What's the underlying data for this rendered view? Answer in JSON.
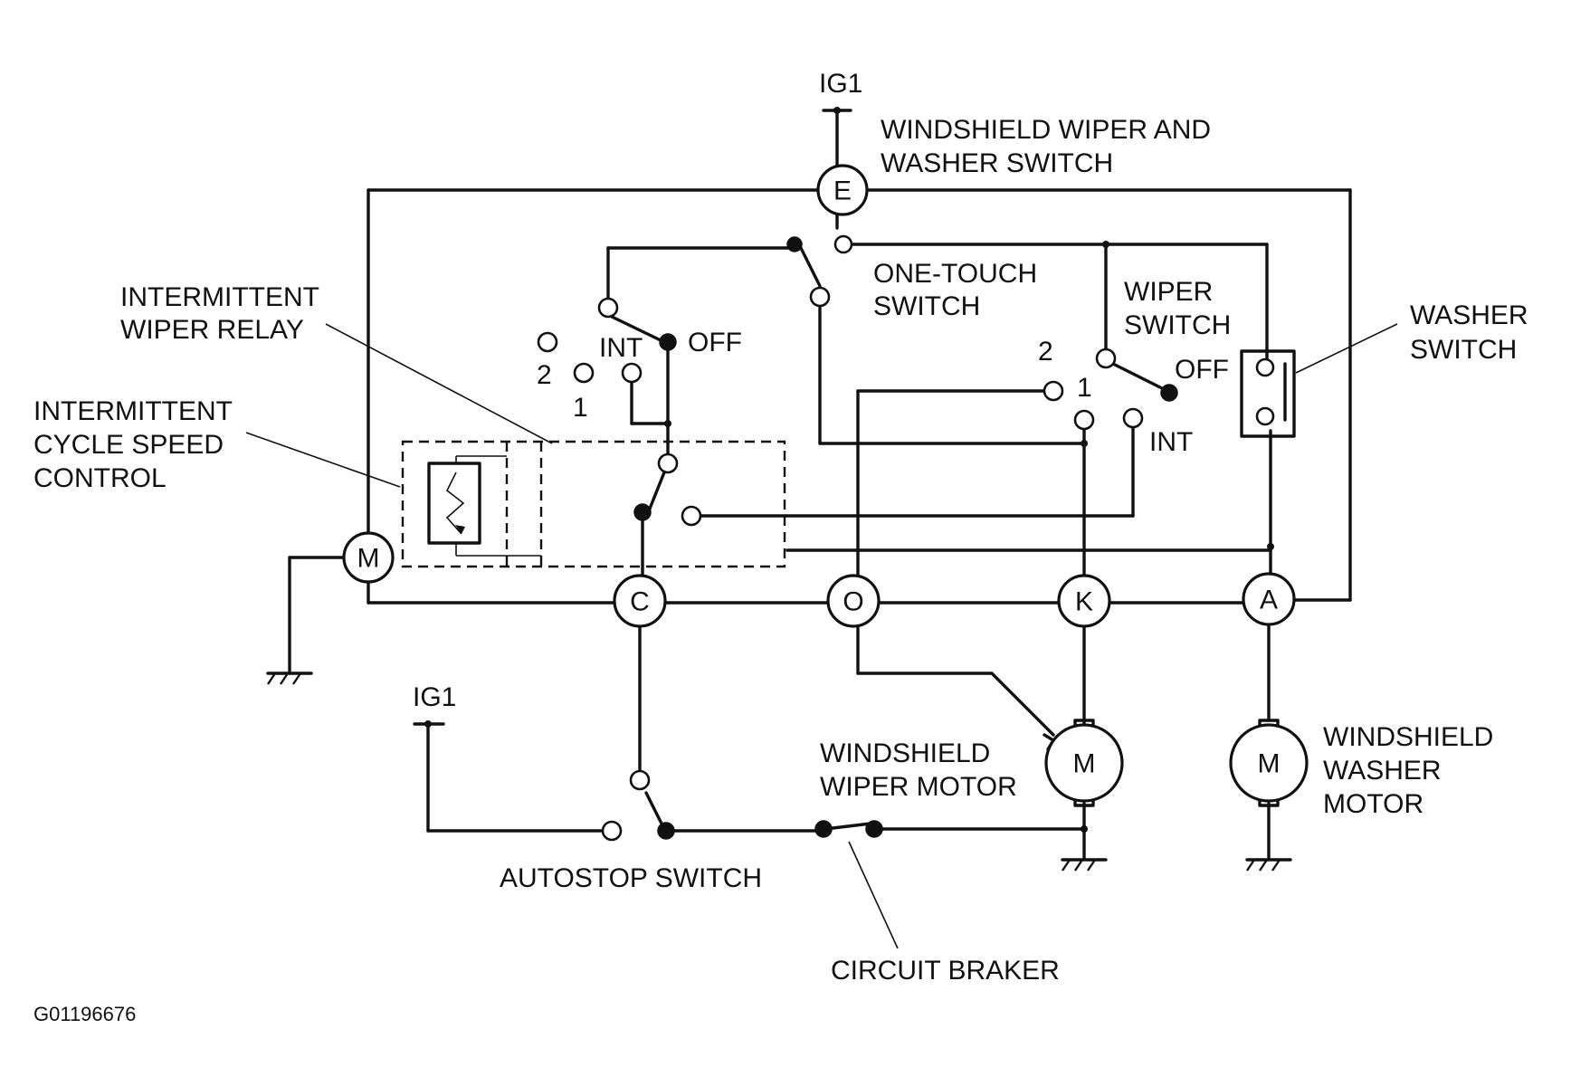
{
  "labels": {
    "ig1_top": "IG1",
    "ig1_bottom": "IG1",
    "wiper_washer_switch_l1": "WINDSHIELD WIPER AND",
    "wiper_washer_switch_l2": "WASHER SWITCH",
    "one_touch_l1": "ONE-TOUCH",
    "one_touch_l2": "SWITCH",
    "wiper_switch_l1": "WIPER",
    "wiper_switch_l2": "SWITCH",
    "washer_switch_l1": "WASHER",
    "washer_switch_l2": "SWITCH",
    "int_relay_l1": "INTERMITTENT",
    "int_relay_l2": "WIPER RELAY",
    "int_speed_l1": "INTERMITTENT",
    "int_speed_l2": "CYCLE SPEED",
    "int_speed_l3": "CONTROL",
    "wiper_motor_l1": "WINDSHIELD",
    "wiper_motor_l2": "WIPER MOTOR",
    "washer_motor_l1": "WINDSHIELD",
    "washer_motor_l2": "WASHER",
    "washer_motor_l3": "MOTOR",
    "autostop": "AUTOSTOP SWITCH",
    "circuit_breaker": "CIRCUIT BRAKER",
    "image_code": "G01196676"
  },
  "left_switch_positions": {
    "two": "2",
    "one": "1",
    "int": "INT",
    "off": "OFF"
  },
  "right_switch_positions": {
    "two": "2",
    "one": "1",
    "int": "INT",
    "off": "OFF"
  },
  "terminals": {
    "E": "E",
    "M": "M",
    "C": "C",
    "O": "O",
    "K": "K",
    "A": "A"
  },
  "motors": {
    "wiper": "M",
    "washer": "M"
  }
}
